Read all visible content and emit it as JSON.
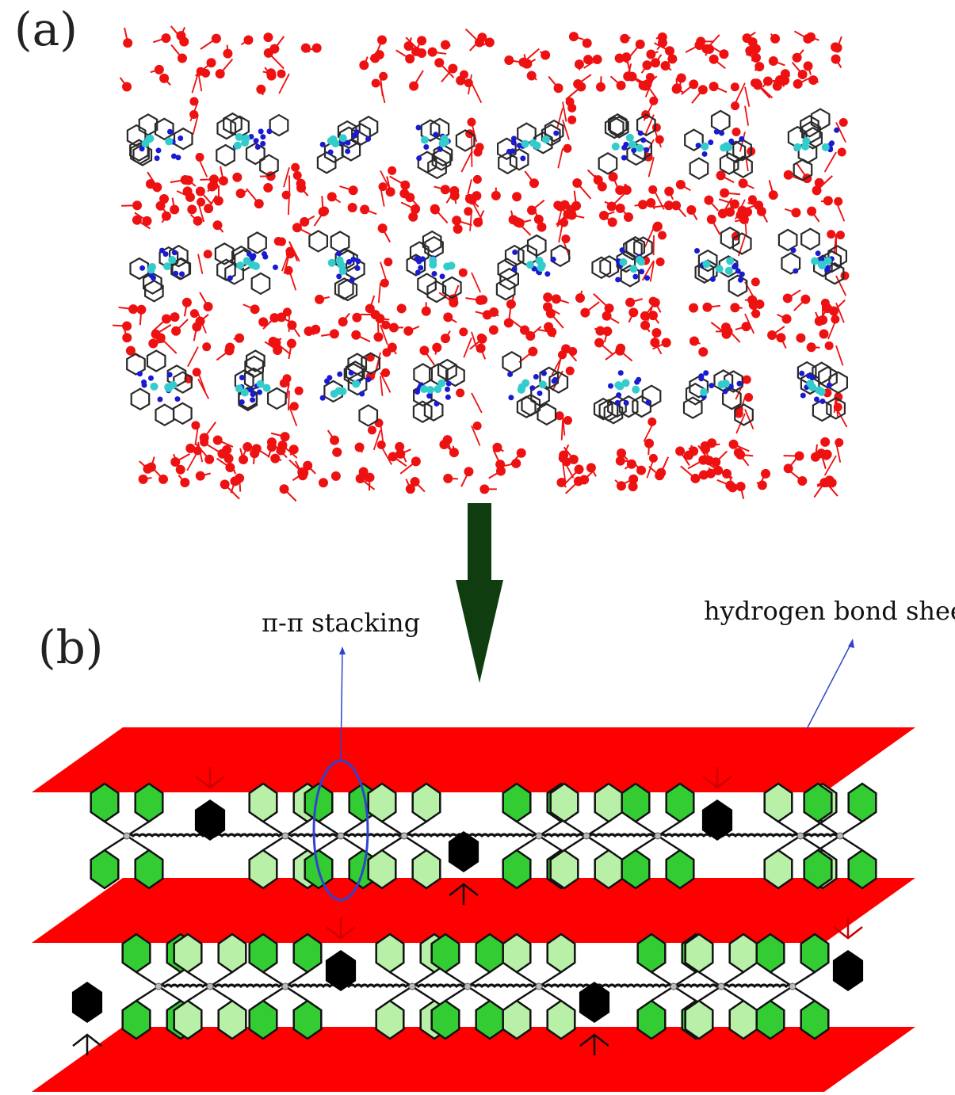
{
  "figure": {
    "panel_a_label": "(a)",
    "panel_b_label": "(b)",
    "annotations": {
      "pi_stacking": "π-π stacking",
      "hydrogen_bond_sheet": "hydrogen bond sheet"
    }
  },
  "colors": {
    "oxygen_red": "#ee1111",
    "carbon_dark": "#2a2a2a",
    "nitrogen_blue": "#1a1ad0",
    "metal_cyan": "#33cccc",
    "arrow_green": "#0f3d0f",
    "sheet_red": "#ff0000",
    "ring_green": "#33cc33",
    "ring_light_green": "#b8f0a8",
    "pointer_blue": "#3344cc"
  },
  "icons": {
    "down_arrow": "down-arrow-icon"
  }
}
